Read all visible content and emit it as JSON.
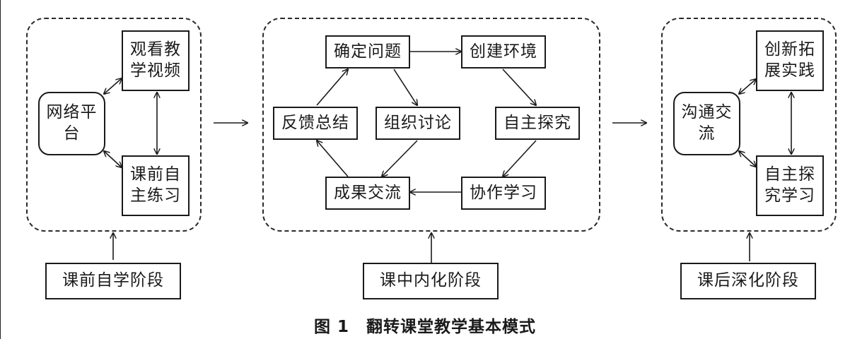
{
  "stage1": {
    "platform": "网络平台",
    "watch": "观看教学视频",
    "practice": "课前自主练习",
    "label": "课前自学阶段"
  },
  "stage2": {
    "define": "确定问题",
    "create": "创建环境",
    "feedback": "反馈总结",
    "discuss": "组织讨论",
    "explore": "自主探究",
    "share": "成果交流",
    "collaborate": "协作学习",
    "label": "课中内化阶段"
  },
  "stage3": {
    "communicate": "沟通交流",
    "innovate": "创新拓展实践",
    "selfstudy": "自主探究学习",
    "label": "课后深化阶段"
  },
  "caption": "图 1　翻转课堂教学基本模式"
}
